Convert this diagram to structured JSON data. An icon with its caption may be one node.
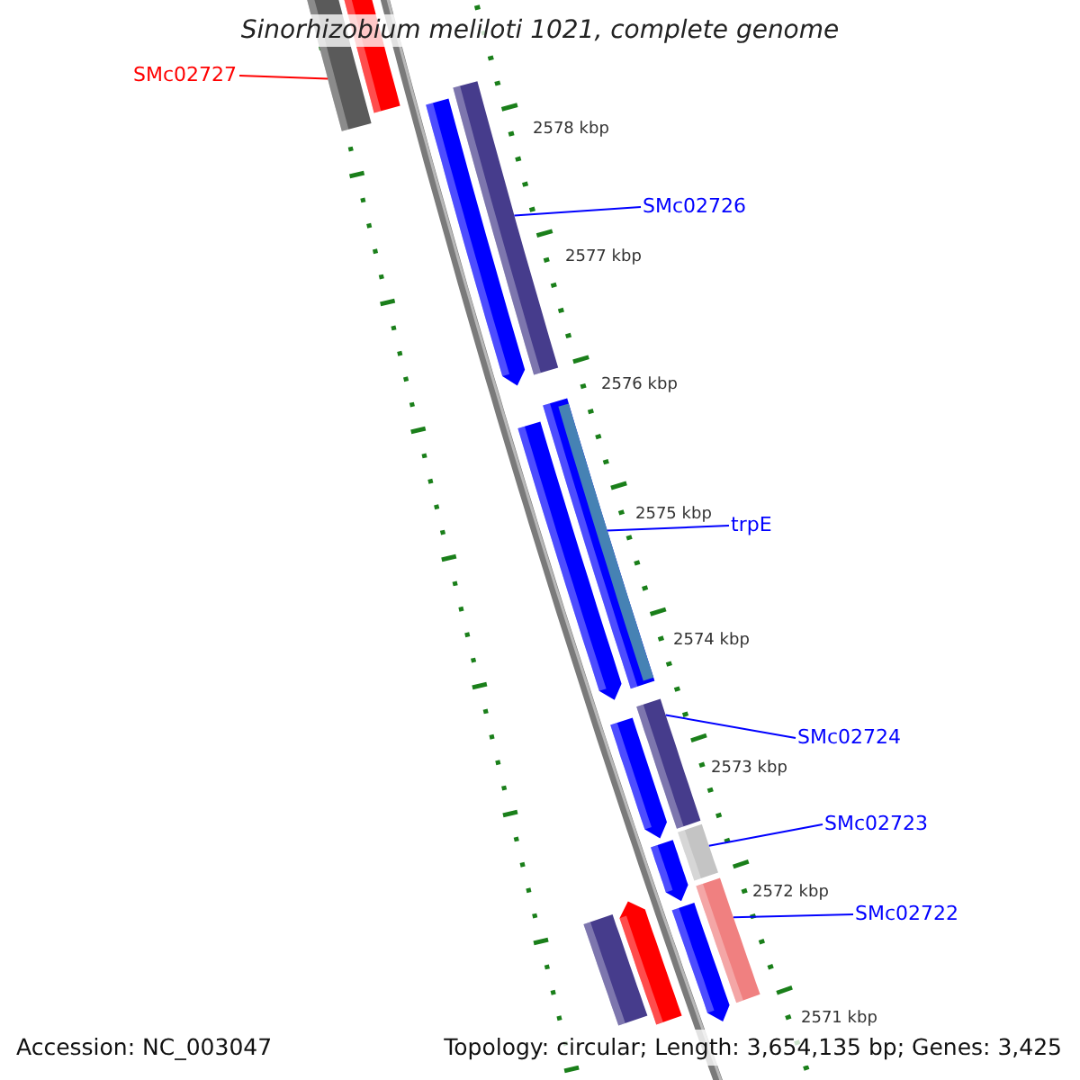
{
  "diagram": {
    "title": "Sinorhizobium meliloti 1021, complete genome",
    "nodes": [
      {
        "text": [
          "SMc02727"
        ]
      },
      {
        "text": [],
        "shape": "bar"
      },
      {
        "text": [
          "SMc02726"
        ]
      },
      {
        "text": [],
        "shape": "bar"
      },
      {
        "text": [
          "trpE"
        ]
      },
      {
        "text": [],
        "shape": "bar"
      },
      {
        "text": [
          "SMc02724"
        ]
      },
      {
        "text": [],
        "shape": "bar"
      },
      {
        "text": [
          "SMc02723"
        ]
      },
      {
        "text": [],
        "shape": "bar"
      },
      {
        "text": [
          "SMc02722"
        ]
      },
      {
        "text": [],
        "shape": "bar"
      },
      {
        "text": [],
        "shape": "bar"
      },
      {
        "text": [],
        "shape": "bar"
      },
      {
        "text": [],
        "shape": "bar"
      },
      {
        "text": [],
        "shape": "bar"
      },
      {
        "text": [],
        "shape": "bar"
      },
      {
        "text": [],
        "shape": "bar"
      },
      {
        "text": [],
        "shape": "bar"
      },
      {
        "text": [],
        "shape": "bar"
      }
    ],
    "edges": [
      {
        "from": 0,
        "to": 1,
        "arrow": "none",
        "color": "#ff0000"
      },
      {
        "from": 2,
        "to": 3,
        "arrow": "none"
      },
      {
        "from": 4,
        "to": 5,
        "arrow": "none"
      },
      {
        "from": 6,
        "to": 7,
        "arrow": "none"
      },
      {
        "from": 8,
        "to": 9,
        "arrow": "none"
      },
      {
        "from": 10,
        "to": 11,
        "arrow": "none"
      }
    ],
    "labels": [
      "2578 kbp",
      "2577 kbp",
      "2576 kbp",
      "2575 kbp",
      "2574 kbp",
      "2573 kbp",
      "2572 kbp",
      "2571 kbp",
      "Accession: NC_003047",
      "Topology: circular; Length: 3,654,135 bp; Genes: 3,425"
    ]
  }
}
